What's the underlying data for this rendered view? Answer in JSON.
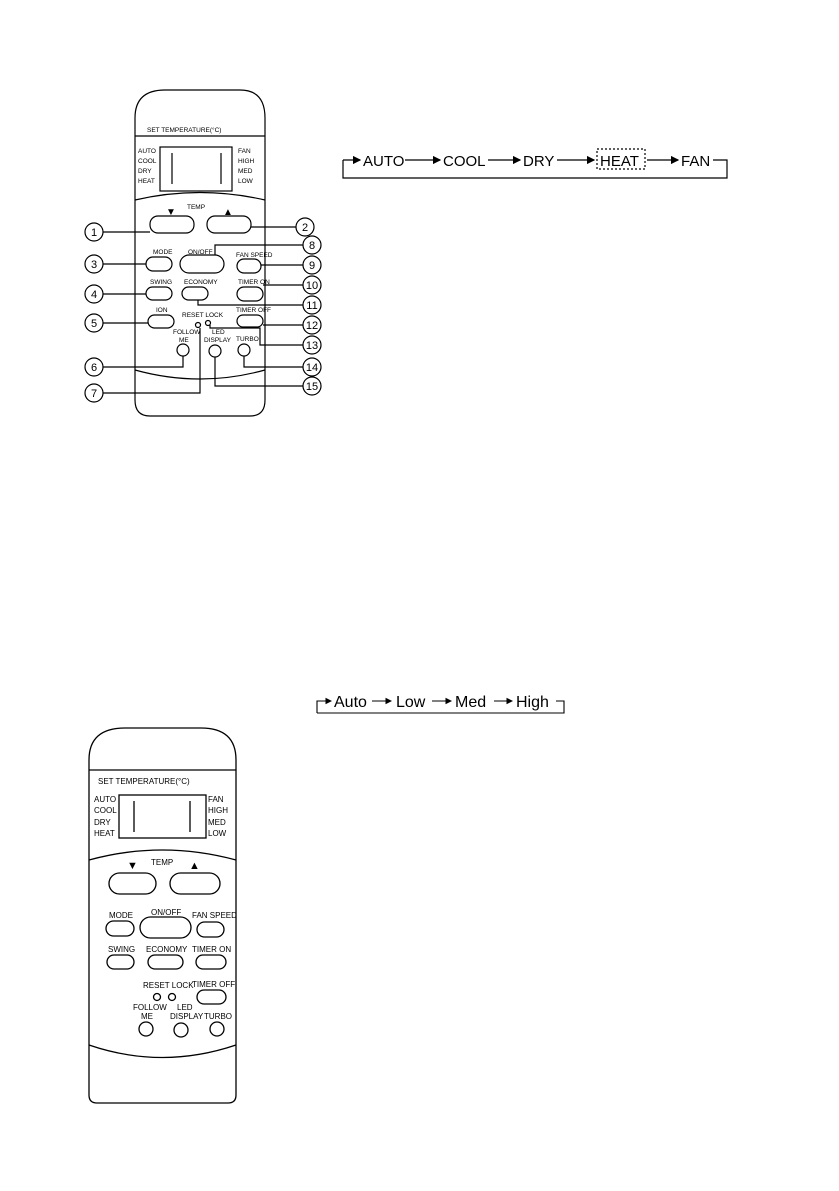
{
  "remote": {
    "set_temperature": "SET TEMPERATURE(°C)",
    "modes_left": [
      "AUTO",
      "COOL",
      "DRY",
      "HEAT"
    ],
    "modes_right": [
      "FAN",
      "HIGH",
      "MED",
      "LOW"
    ],
    "temp_label": "TEMP",
    "down_arrow": "▼",
    "up_arrow": "▲",
    "mode": "MODE",
    "on_off": "ON/OFF",
    "fan_speed": "FAN SPEED",
    "swing": "SWING",
    "economy": "ECONOMY",
    "timer_on": "TIMER ON",
    "ion": "ION",
    "reset_lock": "RESET LOCK",
    "timer_off": "TIMER OFF",
    "follow": "FOLLOW",
    "me": "ME",
    "led": "LED",
    "display": "DISPLAY",
    "turbo": "TURBO"
  },
  "callouts": [
    "1",
    "2",
    "3",
    "4",
    "5",
    "6",
    "7",
    "8",
    "9",
    "10",
    "11",
    "12",
    "13",
    "14",
    "15"
  ],
  "mode_cycle": [
    "AUTO",
    "COOL",
    "DRY",
    "HEAT",
    "FAN"
  ],
  "fan_cycle": [
    "Auto",
    "Low",
    "Med",
    "High"
  ]
}
